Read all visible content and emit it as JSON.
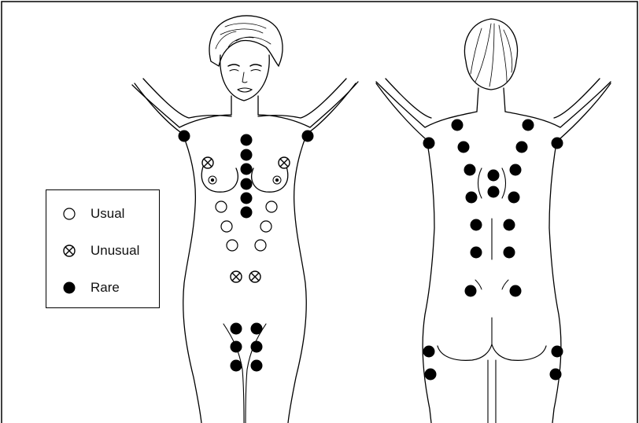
{
  "legend": {
    "items": [
      {
        "key": "usual",
        "label": "Usual",
        "symbol": "open-circle-icon"
      },
      {
        "key": "unusual",
        "label": "Unusual",
        "symbol": "crossed-circle-icon"
      },
      {
        "key": "rare",
        "label": "Rare",
        "symbol": "filled-circle-icon"
      }
    ]
  },
  "colors": {
    "line": "#000000",
    "background": "#ffffff"
  }
}
